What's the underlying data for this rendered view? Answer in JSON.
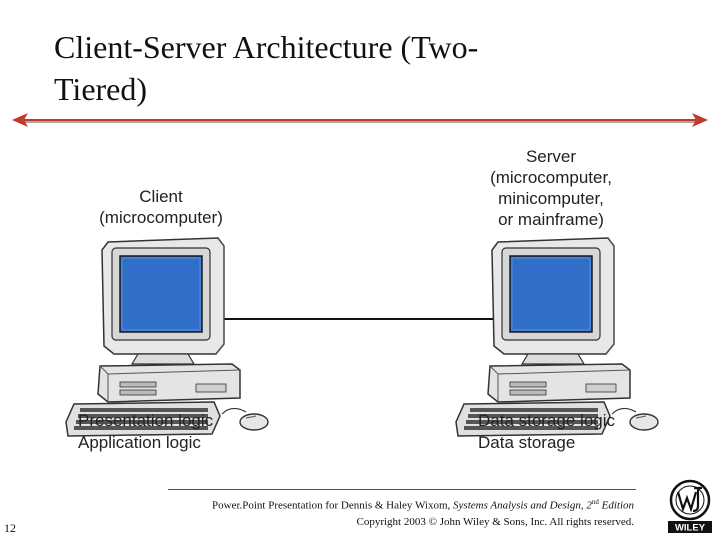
{
  "slide": {
    "title_line1": "Client-Server Architecture (Two-",
    "title_line2": "Tiered)",
    "page_number": "12"
  },
  "client": {
    "label_line1": "Client",
    "label_line2": "(microcomputer)",
    "logic_line1": "Presentation logic",
    "logic_line2": "Application logic"
  },
  "server": {
    "label_line1": "Server",
    "label_line2": "(microcomputer,",
    "label_line3": "minicomputer,",
    "label_line4": "or mainframe)",
    "logic_line1": "Data storage logic",
    "logic_line2": "Data storage"
  },
  "footer": {
    "line1_prefix": "Power.Point Presentation for Dennis & Haley Wixom, ",
    "line1_book": "Systems Analysis and Design, 2",
    "line1_sup": "nd",
    "line1_edition": " Edition",
    "line2": "Copyright 2003 © John Wiley & Sons, Inc.  All rights reserved."
  },
  "logo": {
    "text": "WILEY"
  },
  "colors": {
    "rule_red": "#c0392b",
    "screen_blue": "#2f6fc9",
    "computer_gray": "#e4e4e4"
  }
}
